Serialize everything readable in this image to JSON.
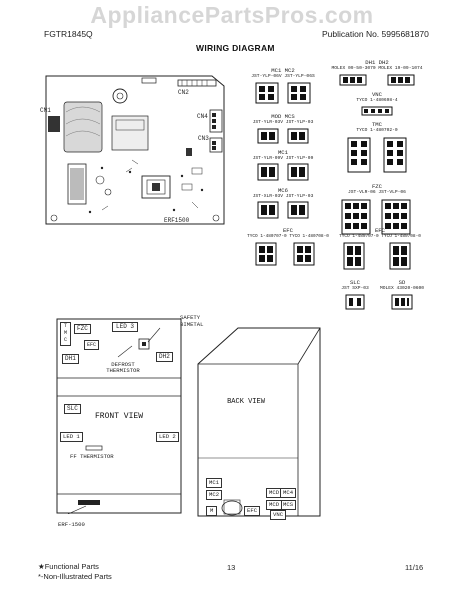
{
  "watermark": "AppliancePartsPros.com",
  "header": {
    "model": "FGTR1845Q",
    "publication": "Publication No.  5995681870"
  },
  "title": "WIRING DIAGRAM",
  "board": {
    "name": "ERF1500",
    "labels": {
      "cn2": "CN2",
      "cn1": "CN1",
      "cn4": "CN4",
      "cn3": "CN3"
    }
  },
  "connectors": [
    {
      "top": "MC1 MC2",
      "mid": "JST-YLP-06V  JST-YLP-06S"
    },
    {
      "top": "MOD MCS",
      "mid": "JST-YLR-03V  JST-YLP-03"
    },
    {
      "top": "MC1",
      "mid": "JST-YLR-09V  JST-YLP-09"
    },
    {
      "top": "MC6",
      "mid": "JST-XLR-03V  JST-YLP-03"
    },
    {
      "top": "DH1 DH2",
      "mid": "MOLEX 09-50-3070  MOLEX 19-09-1074"
    },
    {
      "top": "VNC",
      "mid": "TYCO 1-480698-4"
    },
    {
      "top": "TMC",
      "mid": "TYCO 1-480702-0"
    },
    {
      "top": "FZC",
      "mid": "JST-VLR-06  JST-VLP-06"
    },
    {
      "top": "EFC",
      "mid": "TYCO 1-480707-0  TYCO 1-480708-0"
    },
    {
      "top": "EFC",
      "mid": "TYCO 1-480707-0  TYCO 1-480708-0"
    },
    {
      "top": "SLC",
      "mid": "JST SXP-03"
    },
    {
      "top": "SD",
      "mid": "MOLEX 43020-0600"
    }
  ],
  "front": {
    "labels": {
      "tmc": "T\nM\nC",
      "fzc": "FZC",
      "efc": "EFC",
      "led3": "LED 3",
      "dh1": "DH1",
      "dh2": "DH2",
      "slc": "SLC",
      "led1": "LED 1",
      "led2": "LED 2",
      "front_view": "FRONT VIEW",
      "ff_thermistor": "FF THERMISTOR",
      "defrost_thermistor": "DEFROST\nTHERMISTOR",
      "safety_bimetal": "SAFETY\nBIMETAL",
      "erf": "ERF-1500"
    }
  },
  "back": {
    "labels": {
      "back_view": "BACK VIEW",
      "mc1": "MC1",
      "mc2": "MC2",
      "mcd": "MCD",
      "mc4": "MC4",
      "mcs": "MCS",
      "m": "M",
      "efc": "EFC",
      "vnc": "VNC"
    }
  },
  "footer": {
    "functional": "★Functional Parts",
    "non_illustrated": "*-Non-Illustrated Parts",
    "page": "13",
    "date": "11/16"
  }
}
